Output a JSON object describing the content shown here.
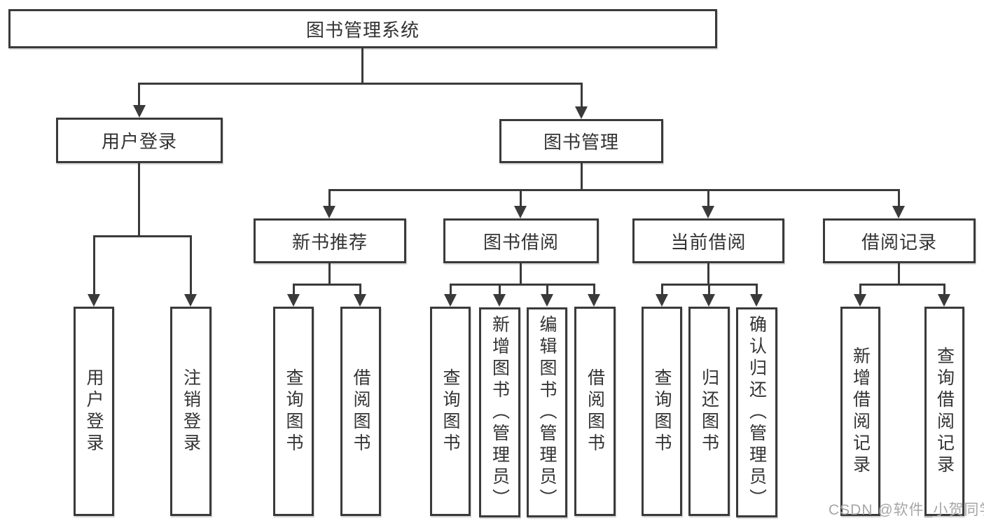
{
  "diagram": {
    "root": {
      "label": "图书管理系统"
    },
    "level2": [
      {
        "id": "user-login",
        "label": "用户登录"
      },
      {
        "id": "book-management",
        "label": "图书管理"
      }
    ],
    "level3": [
      {
        "id": "new-book-recommend",
        "label": "新书推荐"
      },
      {
        "id": "book-borrow",
        "label": "图书借阅"
      },
      {
        "id": "current-borrow",
        "label": "当前借阅"
      },
      {
        "id": "borrow-records",
        "label": "借阅记录"
      }
    ],
    "leaf_groups": [
      {
        "parent": "用户登录",
        "children": [
          {
            "label": "用户登录"
          },
          {
            "label": "注销登录"
          }
        ]
      },
      {
        "parent": "新书推荐",
        "children": [
          {
            "label": "查询图书"
          },
          {
            "label": "借阅图书"
          }
        ]
      },
      {
        "parent": "图书借阅",
        "children": [
          {
            "label": "查询图书"
          },
          {
            "label": "新增图书（管理员）"
          },
          {
            "label": "编辑图书（管理员）"
          },
          {
            "label": "借阅图书"
          }
        ]
      },
      {
        "parent": "当前借阅",
        "children": [
          {
            "label": "查询图书"
          },
          {
            "label": "归还图书"
          },
          {
            "label": "确认归还（管理员）"
          }
        ]
      },
      {
        "parent": "借阅记录",
        "children": [
          {
            "label": "新增借阅记录"
          },
          {
            "label": "查询借阅记录"
          }
        ]
      }
    ],
    "watermark": {
      "text": "CSDN @软件_小贺同学",
      "color": "#a6a6a6"
    },
    "colors": {
      "line": "#3a3a3a",
      "box_border": "#3a3a3a",
      "background": "#ffffff",
      "text": "#333333"
    }
  }
}
